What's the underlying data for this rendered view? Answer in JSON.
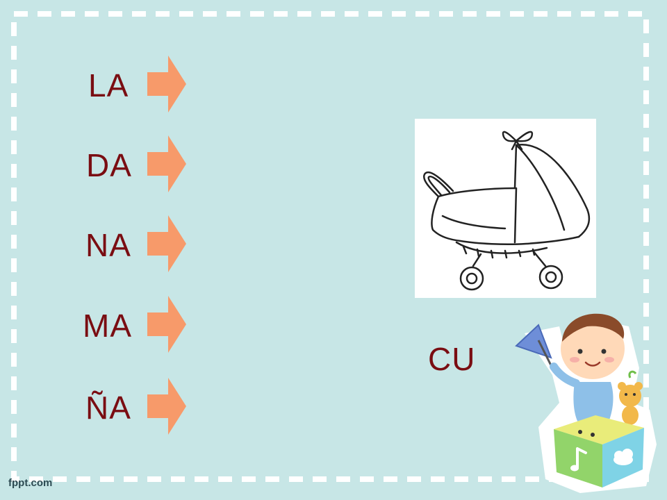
{
  "syllables": [
    {
      "text": "LA"
    },
    {
      "text": "DA"
    },
    {
      "text": "NA"
    },
    {
      "text": "MA"
    },
    {
      "text": "ÑA"
    }
  ],
  "target": {
    "text": "CU"
  },
  "watermark": "fppt.com",
  "picture": {
    "subject": "baby-carriage-drawing"
  },
  "decoration": {
    "subject": "cartoon-boy-on-toy-block"
  },
  "colors": {
    "background": "#c7e6e6",
    "frame_dash": "#ffffff",
    "syllable_text": "#7a0d12",
    "arrow": "#f79a6a"
  }
}
